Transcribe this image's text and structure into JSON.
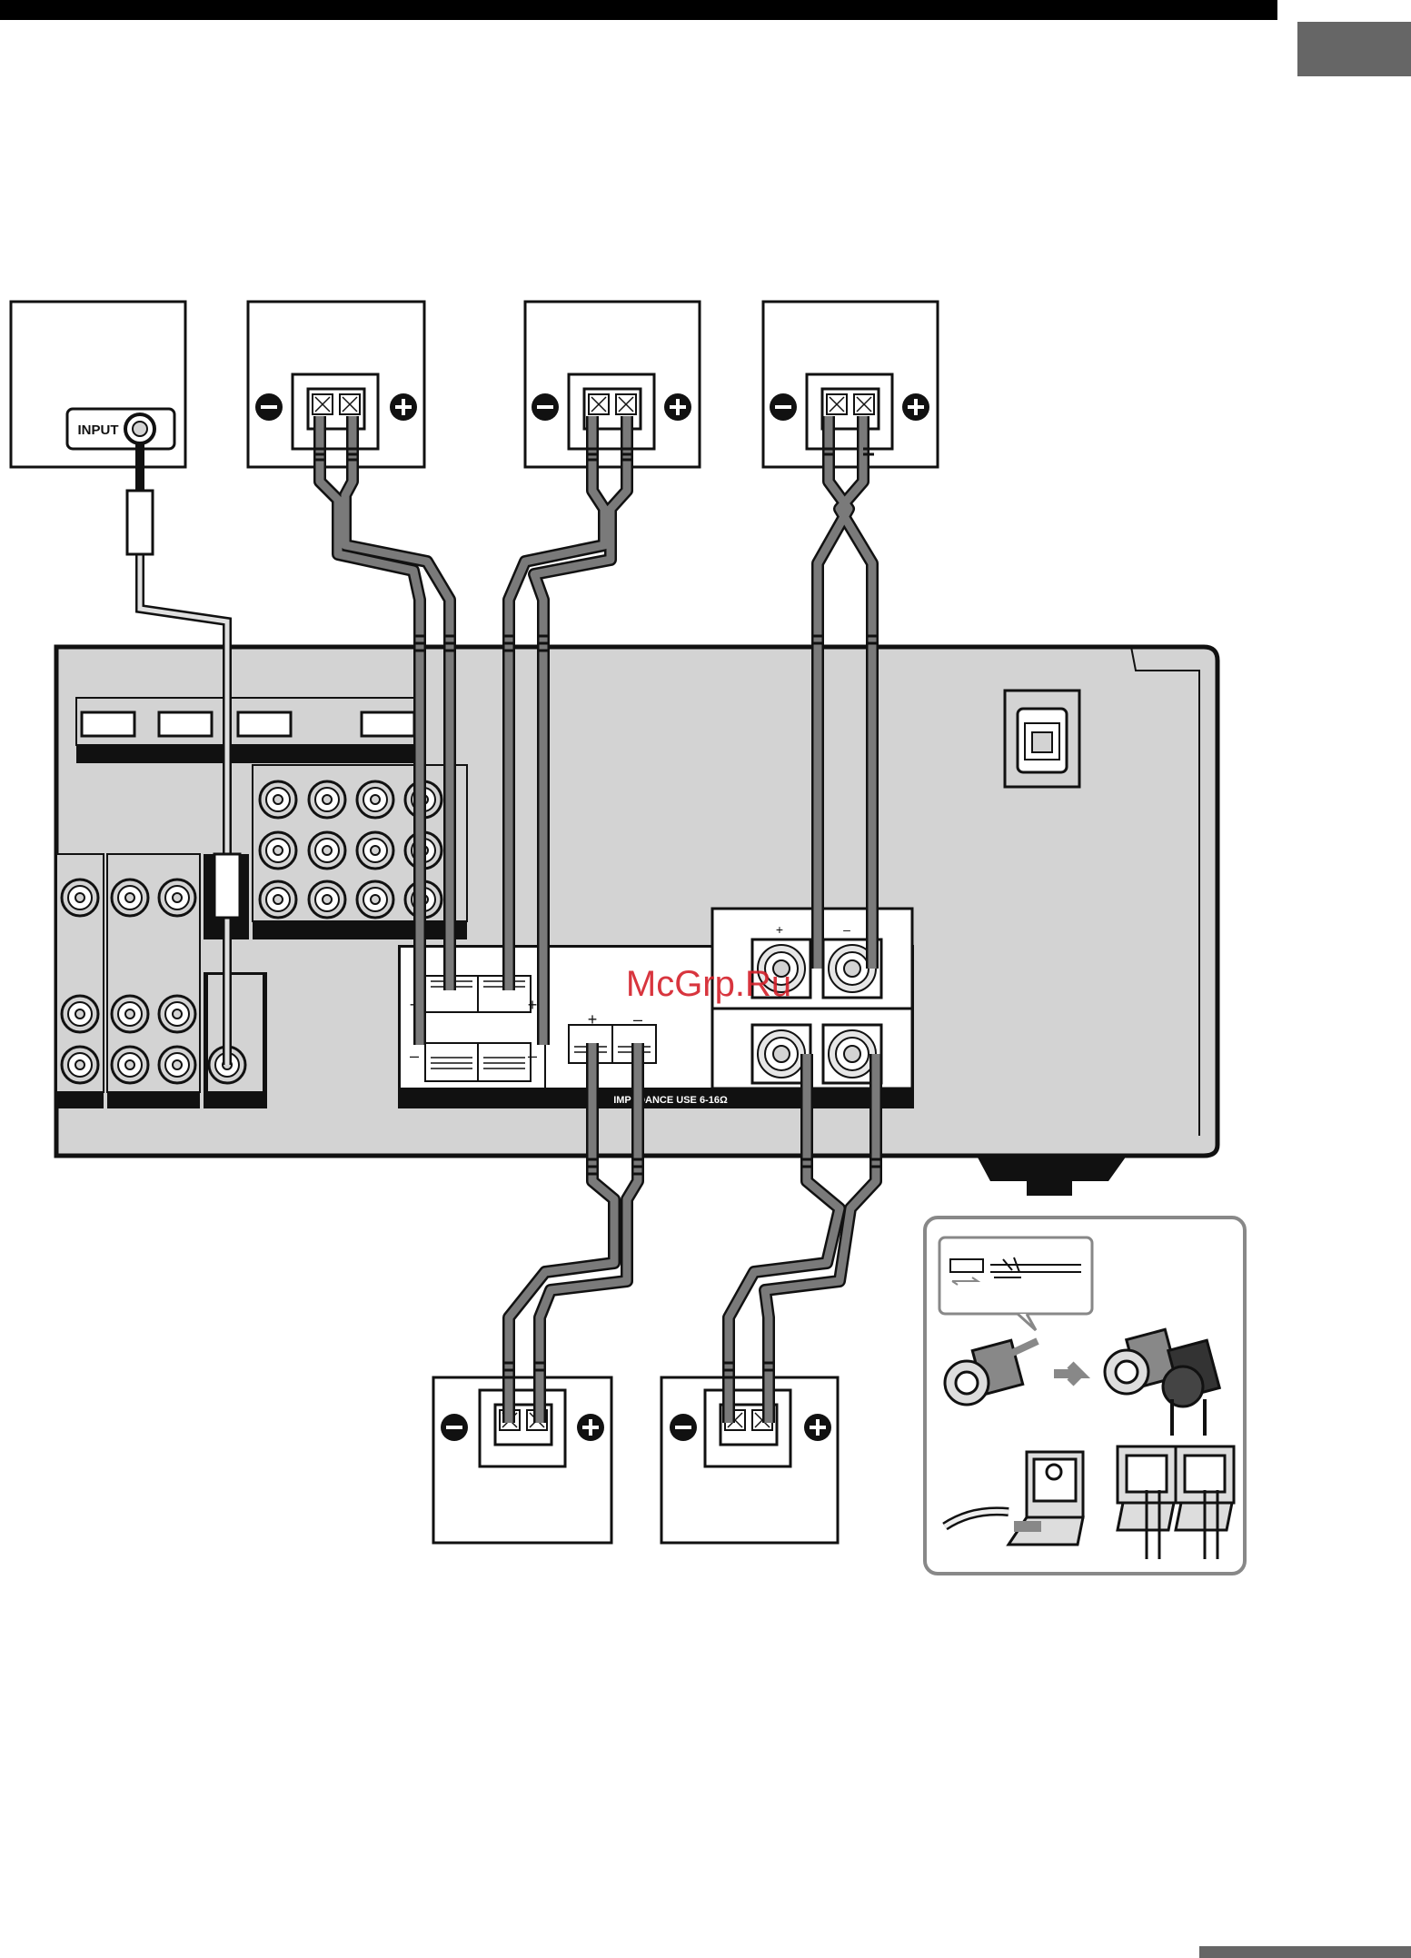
{
  "diagram": {
    "subwoofer_input_label": "INPUT",
    "watermark": "McGrp.Ru",
    "impedance_label": "IMPEDANCE USE 6-16Ω",
    "terminal_plus": "+",
    "terminal_minus": "–",
    "icons": {
      "minus": "minus-circle-icon",
      "plus": "plus-circle-icon"
    },
    "colors": {
      "receiver_panel": "#d3d3d3",
      "cable": "#7a7a7a",
      "dark": "#1f1f1f",
      "side_tab": "#666666",
      "watermark": "#d4202a"
    }
  }
}
